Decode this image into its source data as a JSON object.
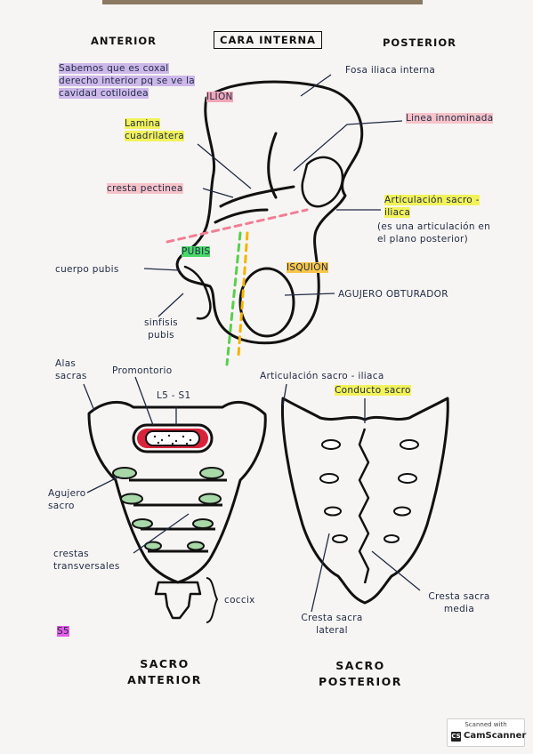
{
  "header": {
    "anterior": "ANTERIOR",
    "title": "CARA INTERNA",
    "posterior": "POSTERIOR"
  },
  "iliac_notes": {
    "note": "Sabemos que es coxal derecho interior pq se ve la cavidad cotiloidea",
    "ilion": "ILION",
    "fosa_iliaca": "Fosa iliaca interna",
    "linea": "Linea innominada",
    "lamina": "Lamina cuadrilatera",
    "cresta_pectinea": "cresta pectinea",
    "articulacion": "Articulación sacro - iliaca",
    "articulacion_note": "(es una articulación en el plano posterior)",
    "pubis": "PUBIS",
    "isquion": "ISQUION",
    "cuerpo_pubis": "cuerpo pubis",
    "agujero_obturador": "AGUJERO OBTURADOR",
    "sinfisis": "sinfisis pubis"
  },
  "sacrum_anterior": {
    "alas": "Alas sacras",
    "promontorio": "Promontorio",
    "l5s1": "L5 - S1",
    "agujero": "Agujero sacro",
    "crestas": "crestas transversales",
    "coccix": "coccix",
    "s5": "S5",
    "caption": "SACRO ANTERIOR"
  },
  "sacrum_posterior": {
    "articulacion": "Articulación sacro - iliaca",
    "conducto": "Conducto sacro",
    "cresta_media": "Cresta sacra media",
    "cresta_lateral": "Cresta sacra lateral",
    "caption": "SACRO POSTERIOR"
  },
  "watermark": {
    "scanned": "Scanned with",
    "app": "CamScanner"
  },
  "colors": {
    "highlight_purple": "#cdb8ea",
    "highlight_yellow": "#f2f25a",
    "highlight_pink": "#f0a6b8",
    "highlight_green": "#4cd86a",
    "highlight_orange": "#f7c64b",
    "highlight_magenta": "#e45ce6",
    "ink": "#1f2a44"
  }
}
